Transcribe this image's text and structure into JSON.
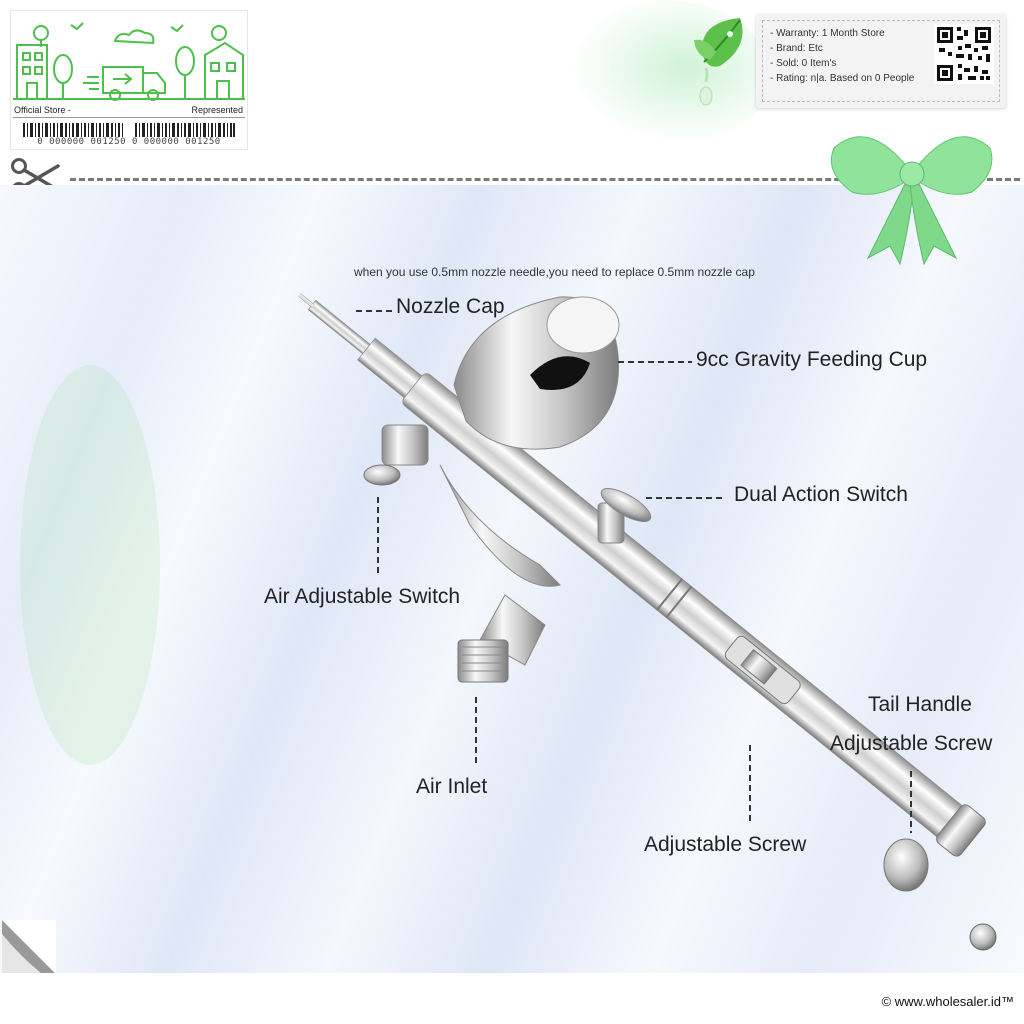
{
  "store_card": {
    "left_label": "Official Store -",
    "right_label": "Represented",
    "barcode_digits": "0 000000 001250 0 000000 001250"
  },
  "info_box": {
    "warranty": "- Warranty: 1 Month Store",
    "brand": "- Brand: Etc",
    "sold": "- Sold: 0 Item's",
    "rating": "- Rating: n|a. Based on 0 People"
  },
  "product": {
    "note": "when you use 0.5mm nozzle needle,you need to replace 0.5mm nozzle cap",
    "labels": {
      "nozzle_cap": "Nozzle Cap",
      "feeding_cup": "9cc Gravity Feeding Cup",
      "dual_action": "Dual Action Switch",
      "air_adjust": "Air Adjustable Switch",
      "air_inlet": "Air Inlet",
      "tail_handle_1": "Tail Handle",
      "tail_handle_2": "Adjustable Screw",
      "adjustable_screw": "Adjustable Screw"
    }
  },
  "footer": {
    "copyright": "© www.wholesaler.id™"
  },
  "colors": {
    "brand_green": "#4cbf4c",
    "bow_green": "#8fe39a"
  }
}
